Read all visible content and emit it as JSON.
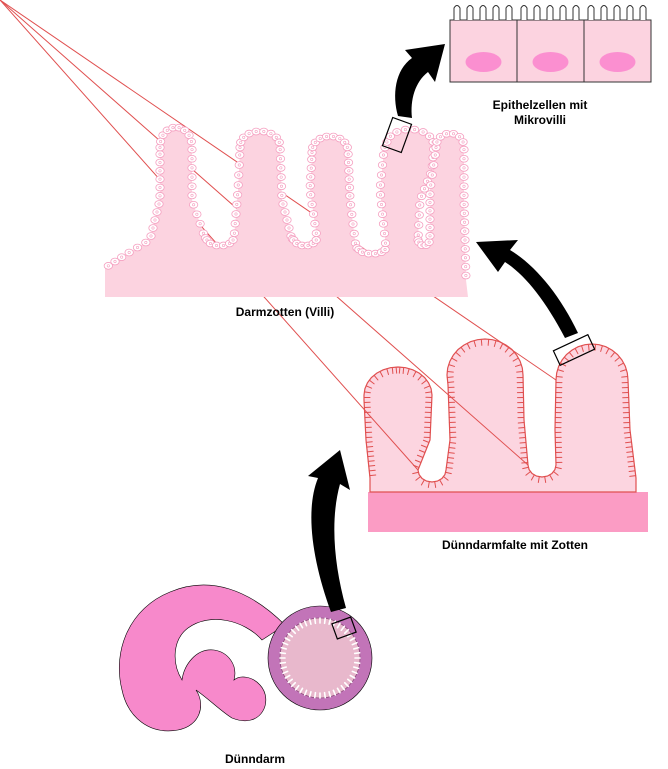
{
  "labels": {
    "epithelium": "Epithelzellen mit Mikrovilli",
    "villi": "Darmzotten (Villi)",
    "fold": "Dünndarmfalte mit Zotten",
    "intestine": "Dünndarm"
  },
  "colors": {
    "villi_fill": "#fcd3e0",
    "villi_cell_outline": "#f59fc0",
    "fold_fill": "#fcd5e0",
    "fold_outline": "#e05050",
    "fold_base": "#fb9cc4",
    "intestine": "#f789cb",
    "lumen_ring": "#c274b8",
    "lumen_inner": "#e8b8cc",
    "cell_fill": "#fcd3e0",
    "nucleus": "#fb8fd0",
    "arrow": "#000000"
  }
}
